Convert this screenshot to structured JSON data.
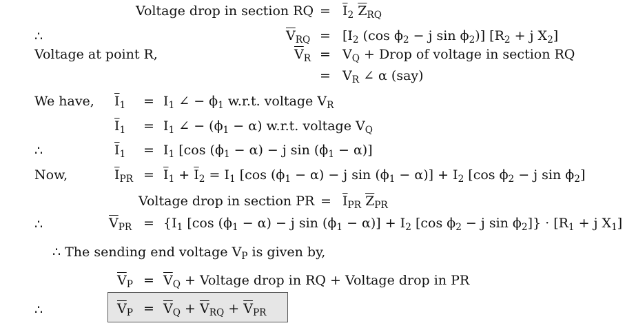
{
  "text": {
    "l1_label": "Voltage drop in section RQ",
    "therefore": "∴",
    "l3_label": "Voltage at point R,",
    "we_have": "We have,",
    "now": "Now,",
    "l9_label": "Voltage drop in section PR",
    "sending_end": "∴ The sending end voltage V",
    "sending_sub": "P",
    "sending_tail": " is given by,",
    "eq": "="
  }
}
